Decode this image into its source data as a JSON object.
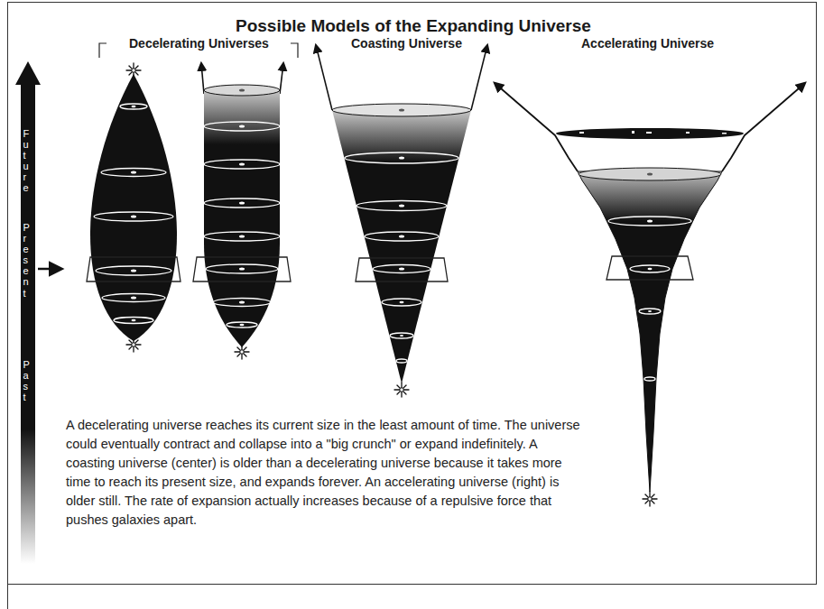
{
  "diagram": {
    "title": "Possible Models of the Expanding Universe",
    "caption": "A decelerating universe reaches its current size in the least amount of time. The universe could eventually contract and collapse into a \"big crunch\" or expand indefinitely. A coasting universe (center) is older than a decelerating universe because it takes more time to reach its present size, and expands forever. An accelerating universe (right) is older still. The rate of expansion actually increases because of a repulsive force that pushes galaxies apart.",
    "labels": [
      "Decelerating Universes",
      "Coasting Universe",
      "Accelerating Universe",
      "Future",
      "Present",
      "Past"
    ]
  }
}
